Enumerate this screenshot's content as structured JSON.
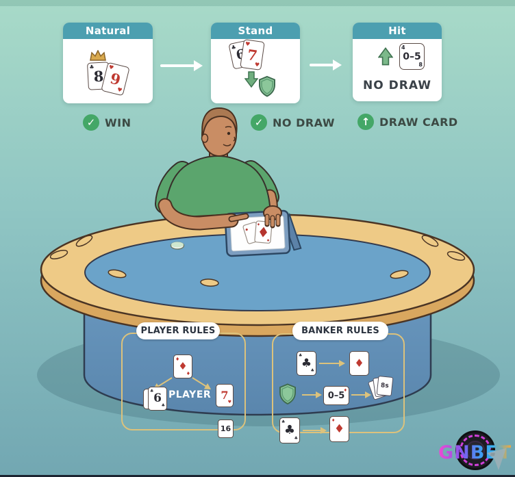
{
  "colors": {
    "background_top": "#a8dac8",
    "background_bottom": "#72a7b2",
    "panel_header_teal": "#4c9fb0",
    "success_green": "#44a767",
    "rules_gold": "#dcc27c",
    "felt_blue": "#6ba3c9",
    "rim_gold": "#eeca86",
    "base_blue": "#6291b8",
    "card_red": "#bf3a31",
    "card_black": "#2b2b33",
    "shirt_green": "#5ba56d",
    "skin": "#c98d64"
  },
  "flow": {
    "panels": [
      {
        "title": "Natural",
        "card1": {
          "rank": "8",
          "suit": "♣"
        },
        "card2": {
          "rank": "9",
          "suit": "♥"
        },
        "status": {
          "icon": "check",
          "label": "WIN"
        }
      },
      {
        "title": "Stand",
        "card1": {
          "rank": "6",
          "suit": "♣"
        },
        "card2": {
          "rank": "7",
          "suit": "♥"
        },
        "status": {
          "icon": "check",
          "label": "NO DRAW"
        }
      },
      {
        "title": "Hit",
        "card": {
          "rank": "0–5",
          "corner_top": "4",
          "corner_bottom": "8"
        },
        "inner_label": "NO DRAW",
        "status": {
          "icon": "up-arrow",
          "label": "DRAW CARD"
        }
      }
    ]
  },
  "rules": {
    "player": {
      "title": "PLAYER RULES",
      "top_card_suit": "♦",
      "hand_card_rank": "6",
      "hand_card_suit": "♣",
      "hand_label": "PLAYER",
      "draw_card_rank": "7",
      "draw_card_suit": "♥",
      "total_card": "16"
    },
    "banker": {
      "title": "BANKER RULES",
      "row1_left_suit": "♣",
      "row1_right_suit": "♦",
      "row2_range": "0–5",
      "row2_fan_label": "8s",
      "row3_left_suit": "♣",
      "row3_right_suit": "♦"
    }
  },
  "logo": {
    "text": "GNBET"
  }
}
